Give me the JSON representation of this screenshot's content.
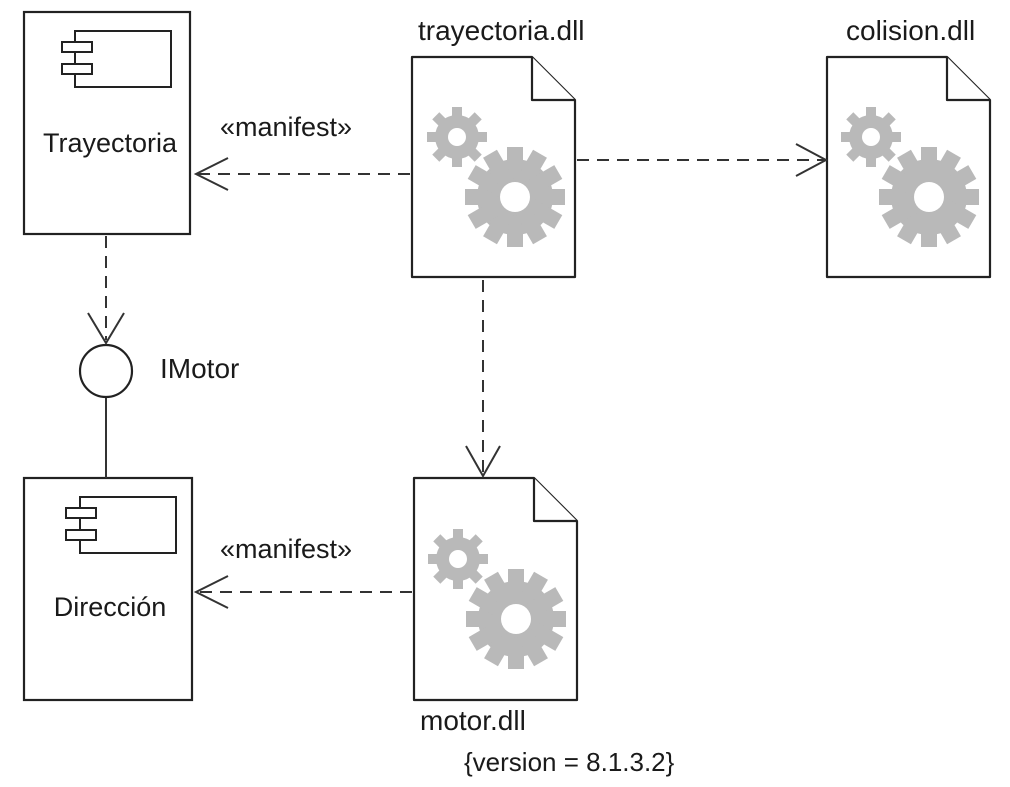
{
  "components": {
    "trayectoria": {
      "name": "Trayectoria",
      "icon": "component-icon"
    },
    "direccion": {
      "name": "Dirección",
      "icon": "component-icon"
    }
  },
  "interface": {
    "name": "IMotor"
  },
  "artifacts": {
    "trayectoria_dll": {
      "name": "trayectoria.dll",
      "icon": "gears-icon"
    },
    "colision_dll": {
      "name": "colision.dll",
      "icon": "gears-icon"
    },
    "motor_dll": {
      "name": "motor.dll",
      "icon": "gears-icon",
      "constraint": "{version = 8.1.3.2}"
    }
  },
  "relations": {
    "manifest_trayectoria": "«manifest»",
    "manifest_direccion": "«manifest»"
  }
}
